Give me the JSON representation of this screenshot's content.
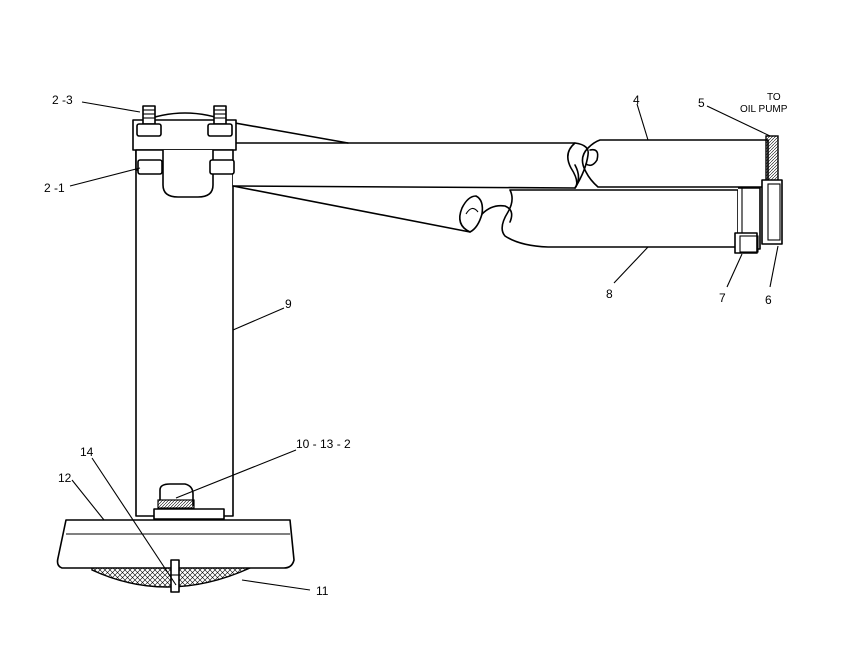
{
  "callouts": {
    "c2_3": "2 -3",
    "c2_1": "2 -1",
    "c4": "4",
    "c5": "5",
    "c6": "6",
    "c7": "7",
    "c8": "8",
    "c9": "9",
    "c10_13_2": "10 - 13 - 2",
    "c11": "11",
    "c12": "12",
    "c14": "14"
  },
  "note": {
    "line1": "TO",
    "line2": "OIL PUMP"
  }
}
